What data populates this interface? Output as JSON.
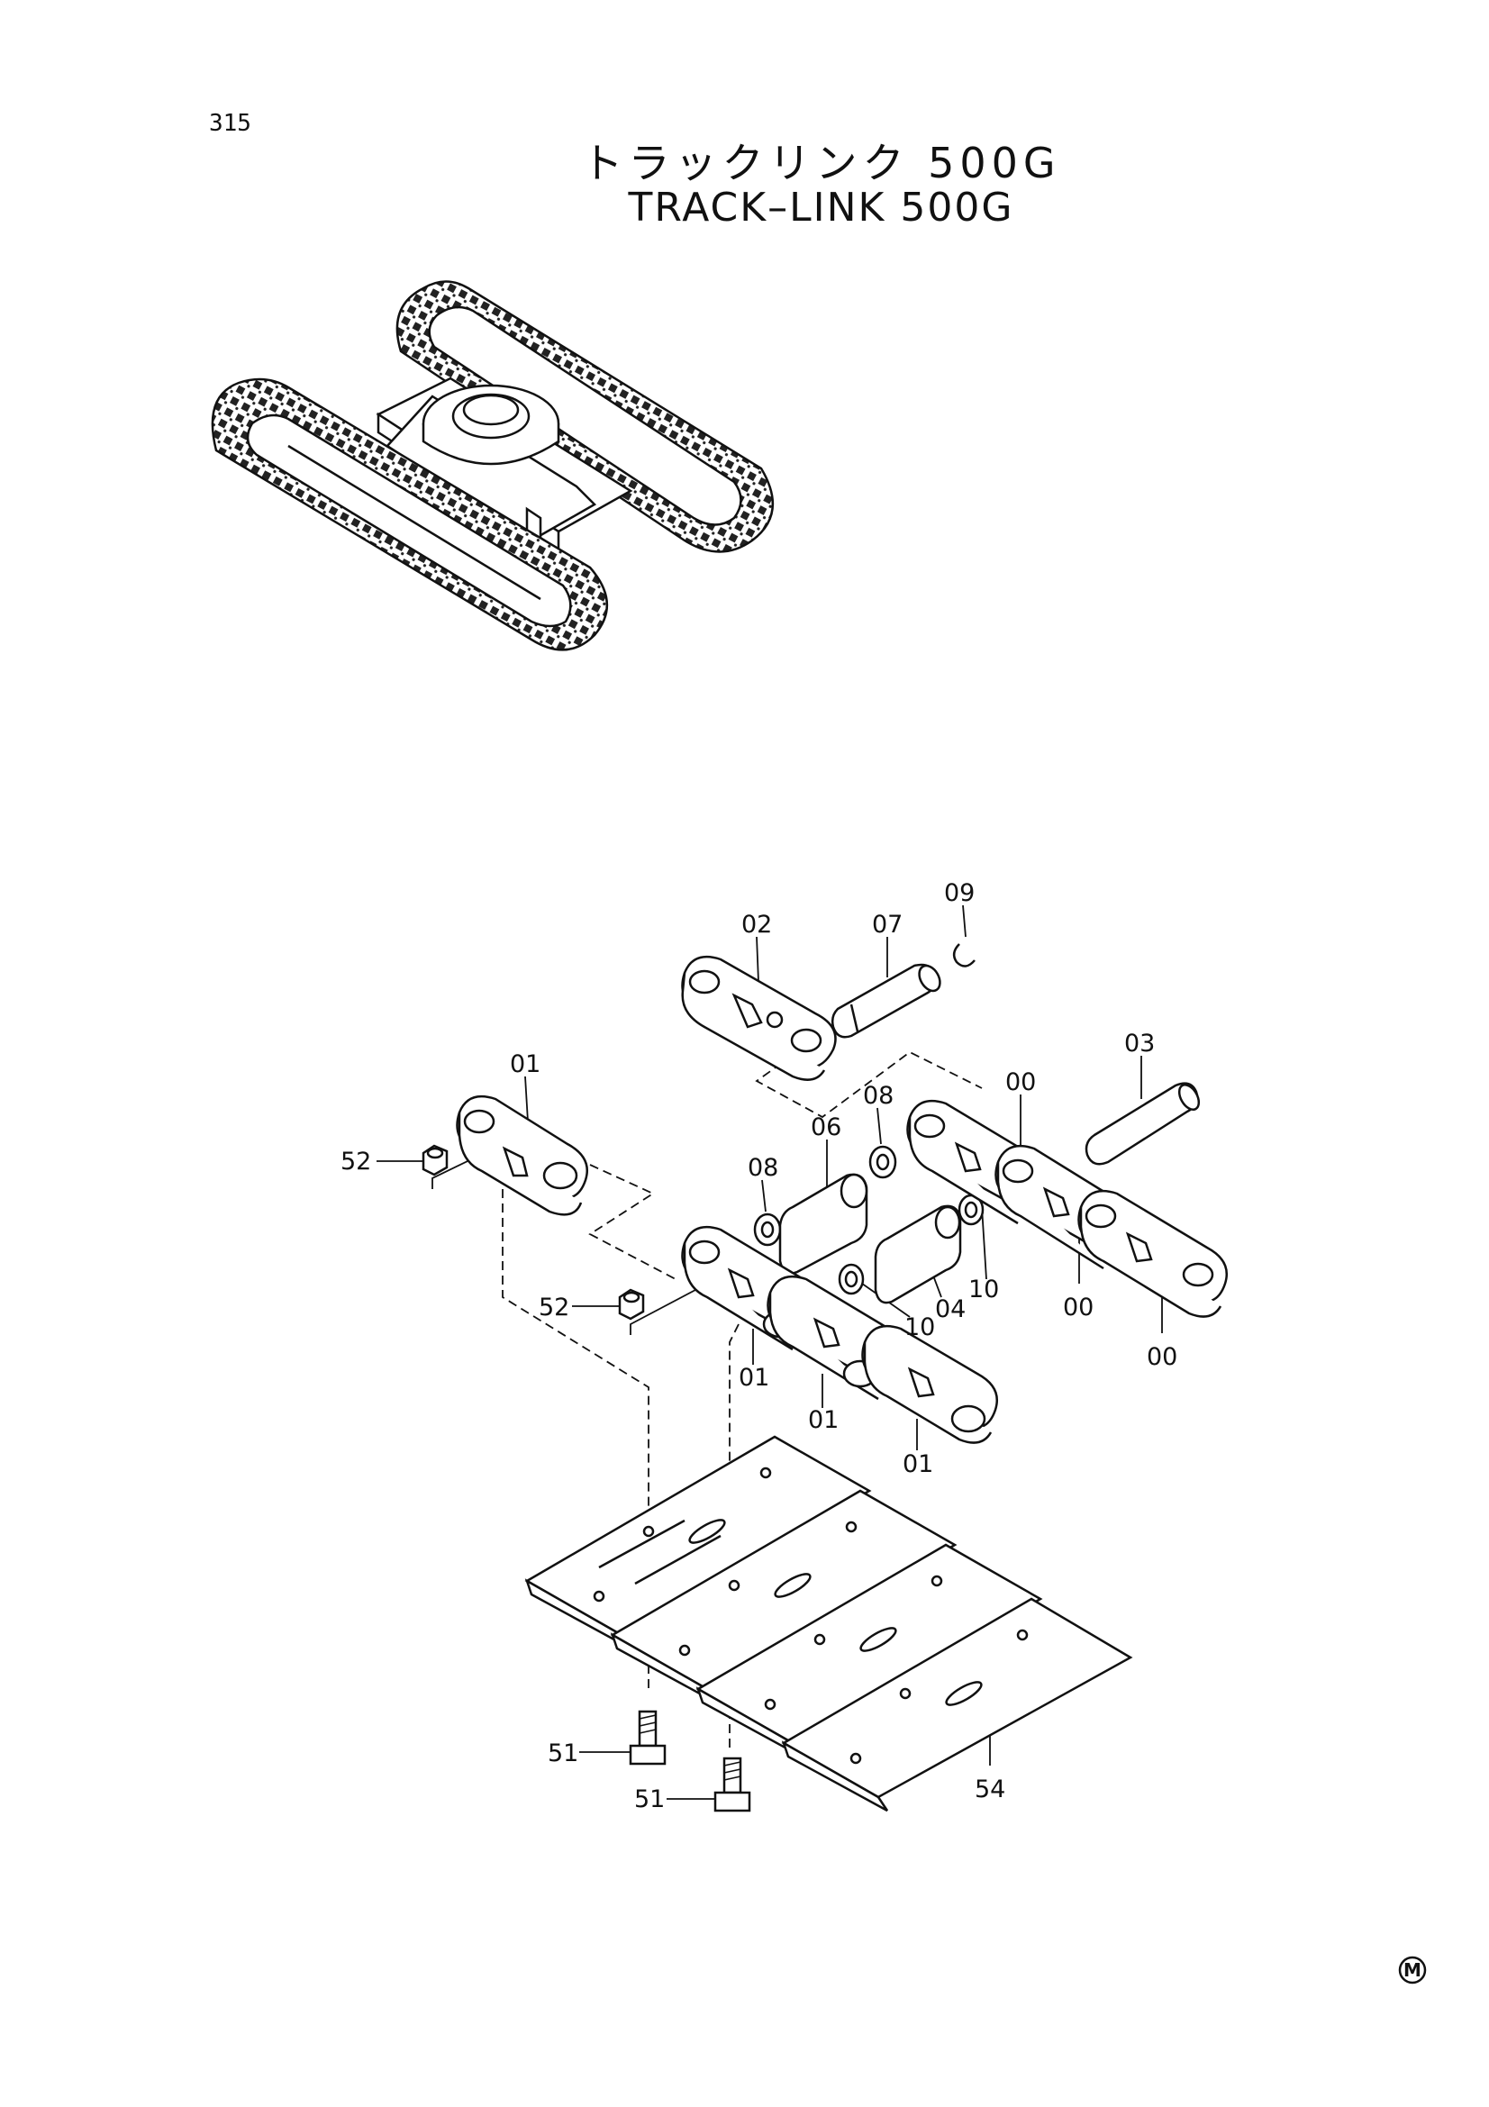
{
  "page_number": "315",
  "title_jp": "トラックリンク 500G",
  "title_en": "TRACK–LINK 500G",
  "callouts": {
    "c09": "09",
    "c02": "02",
    "c07": "07",
    "c03": "03",
    "c01_top": "01",
    "c00_a": "00",
    "c08_a": "08",
    "c06": "06",
    "c52_a": "52",
    "c08_b": "08",
    "c10_a": "10",
    "c04": "04",
    "c10_b": "10",
    "c00_b": "00",
    "c00_c": "00",
    "c52_b": "52",
    "c01_a": "01",
    "c01_b": "01",
    "c01_c": "01",
    "c51_a": "51",
    "c51_b": "51",
    "c54": "54"
  },
  "corner_mark": "M"
}
